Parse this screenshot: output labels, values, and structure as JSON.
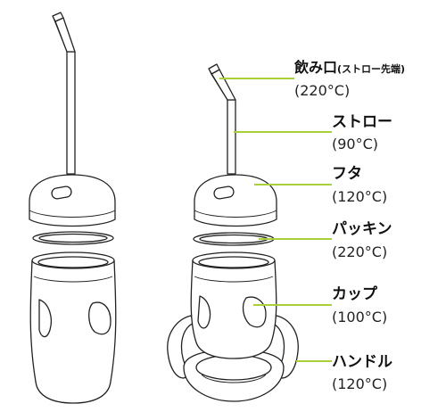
{
  "accent_color": "#a9cf3a",
  "outline_color": "#222222",
  "labels": [
    {
      "id": "mouthpiece",
      "name": "飲み口",
      "note": "(ストロー先端)",
      "temp": "(220°C)"
    },
    {
      "id": "straw",
      "name": "ストロー",
      "temp": "(90°C)"
    },
    {
      "id": "lid",
      "name": "フタ",
      "temp": "(120°C)"
    },
    {
      "id": "gasket",
      "name": "パッキン",
      "temp": "(220°C)"
    },
    {
      "id": "cup",
      "name": "カップ",
      "temp": "(100°C)"
    },
    {
      "id": "handle",
      "name": "ハンドル",
      "temp": "(120°C)"
    }
  ]
}
